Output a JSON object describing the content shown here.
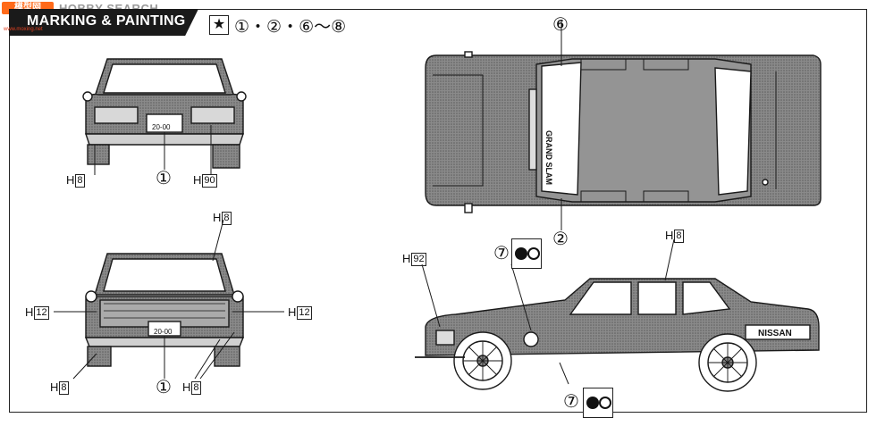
{
  "header": {
    "title": "MARKING & PAINTING",
    "watermark_logo": "模型网",
    "watermark_text": "HOBBY SEARCH",
    "watermark_url": "www.moxing.net"
  },
  "legend": {
    "star_icon": "star-icon",
    "items_text": "①・②・⑥〜⑧"
  },
  "paint_codes": {
    "h8": "8",
    "h12": "12",
    "h90": "90",
    "h92": "92",
    "prefix": "H"
  },
  "markers": {
    "m1": "①",
    "m2": "②",
    "m6": "⑥",
    "m7": "⑦"
  },
  "car_markings": {
    "rear_plate": "20-00",
    "front_plate": "20-00",
    "side_logo": "NISSAN",
    "roof_logo": "GRAND SLAM"
  },
  "colors": {
    "line": "#1a1a1a",
    "body_tint": "#7f7f7f",
    "header_bg": "#1a1a1a",
    "watermark_accent": "#ff6a1a"
  }
}
